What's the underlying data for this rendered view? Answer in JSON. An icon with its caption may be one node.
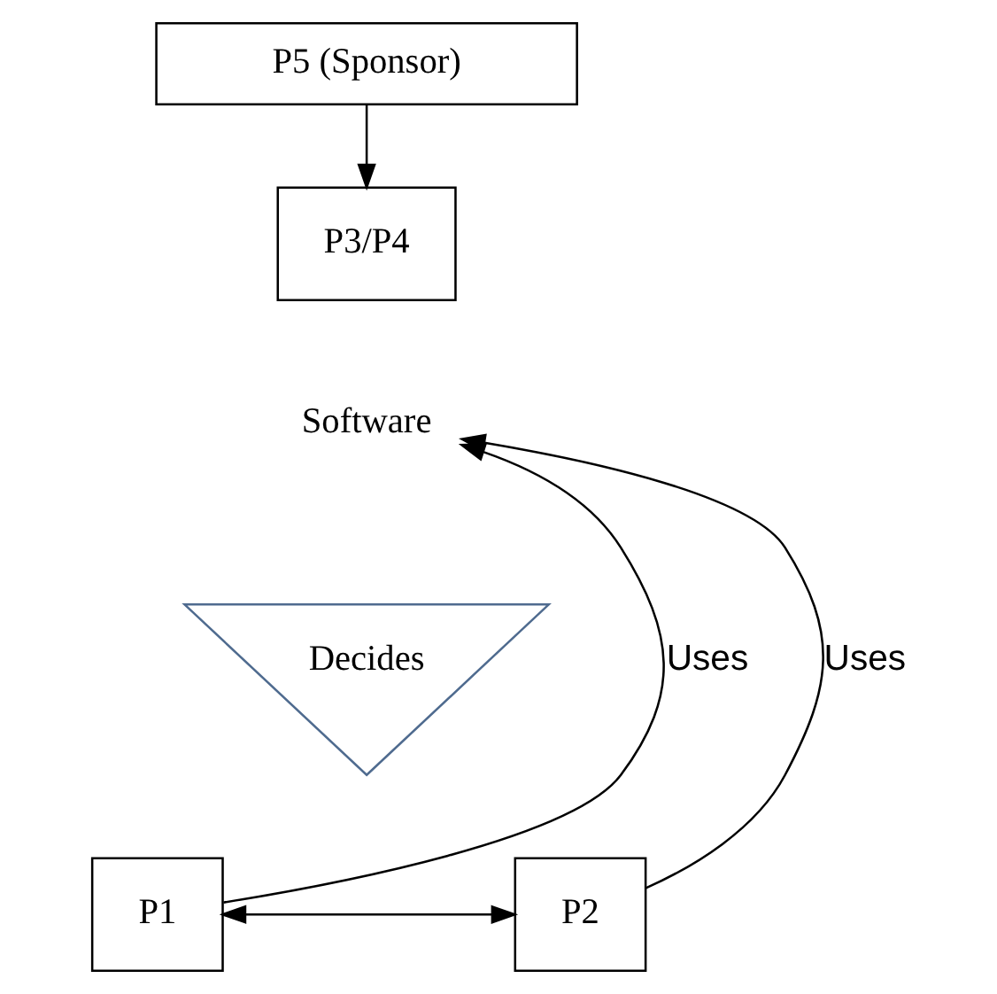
{
  "diagram": {
    "nodes": [
      {
        "text": [
          "P5 (Sponsor)"
        ]
      },
      {
        "text": [
          "P3/P4"
        ]
      },
      {
        "text": [
          "Software"
        ]
      },
      {
        "text": [
          "Decides"
        ]
      },
      {
        "text": [
          "P1"
        ]
      },
      {
        "text": [
          "P2"
        ]
      }
    ],
    "edges": [
      {
        "from": 0,
        "to": 1,
        "arrow": "to"
      },
      {
        "from": 4,
        "to": 2,
        "arrow": "to",
        "label": "Uses"
      },
      {
        "from": 5,
        "to": 2,
        "arrow": "to",
        "label": "Uses"
      },
      {
        "from": 4,
        "to": 5,
        "arrow": "both"
      }
    ]
  }
}
